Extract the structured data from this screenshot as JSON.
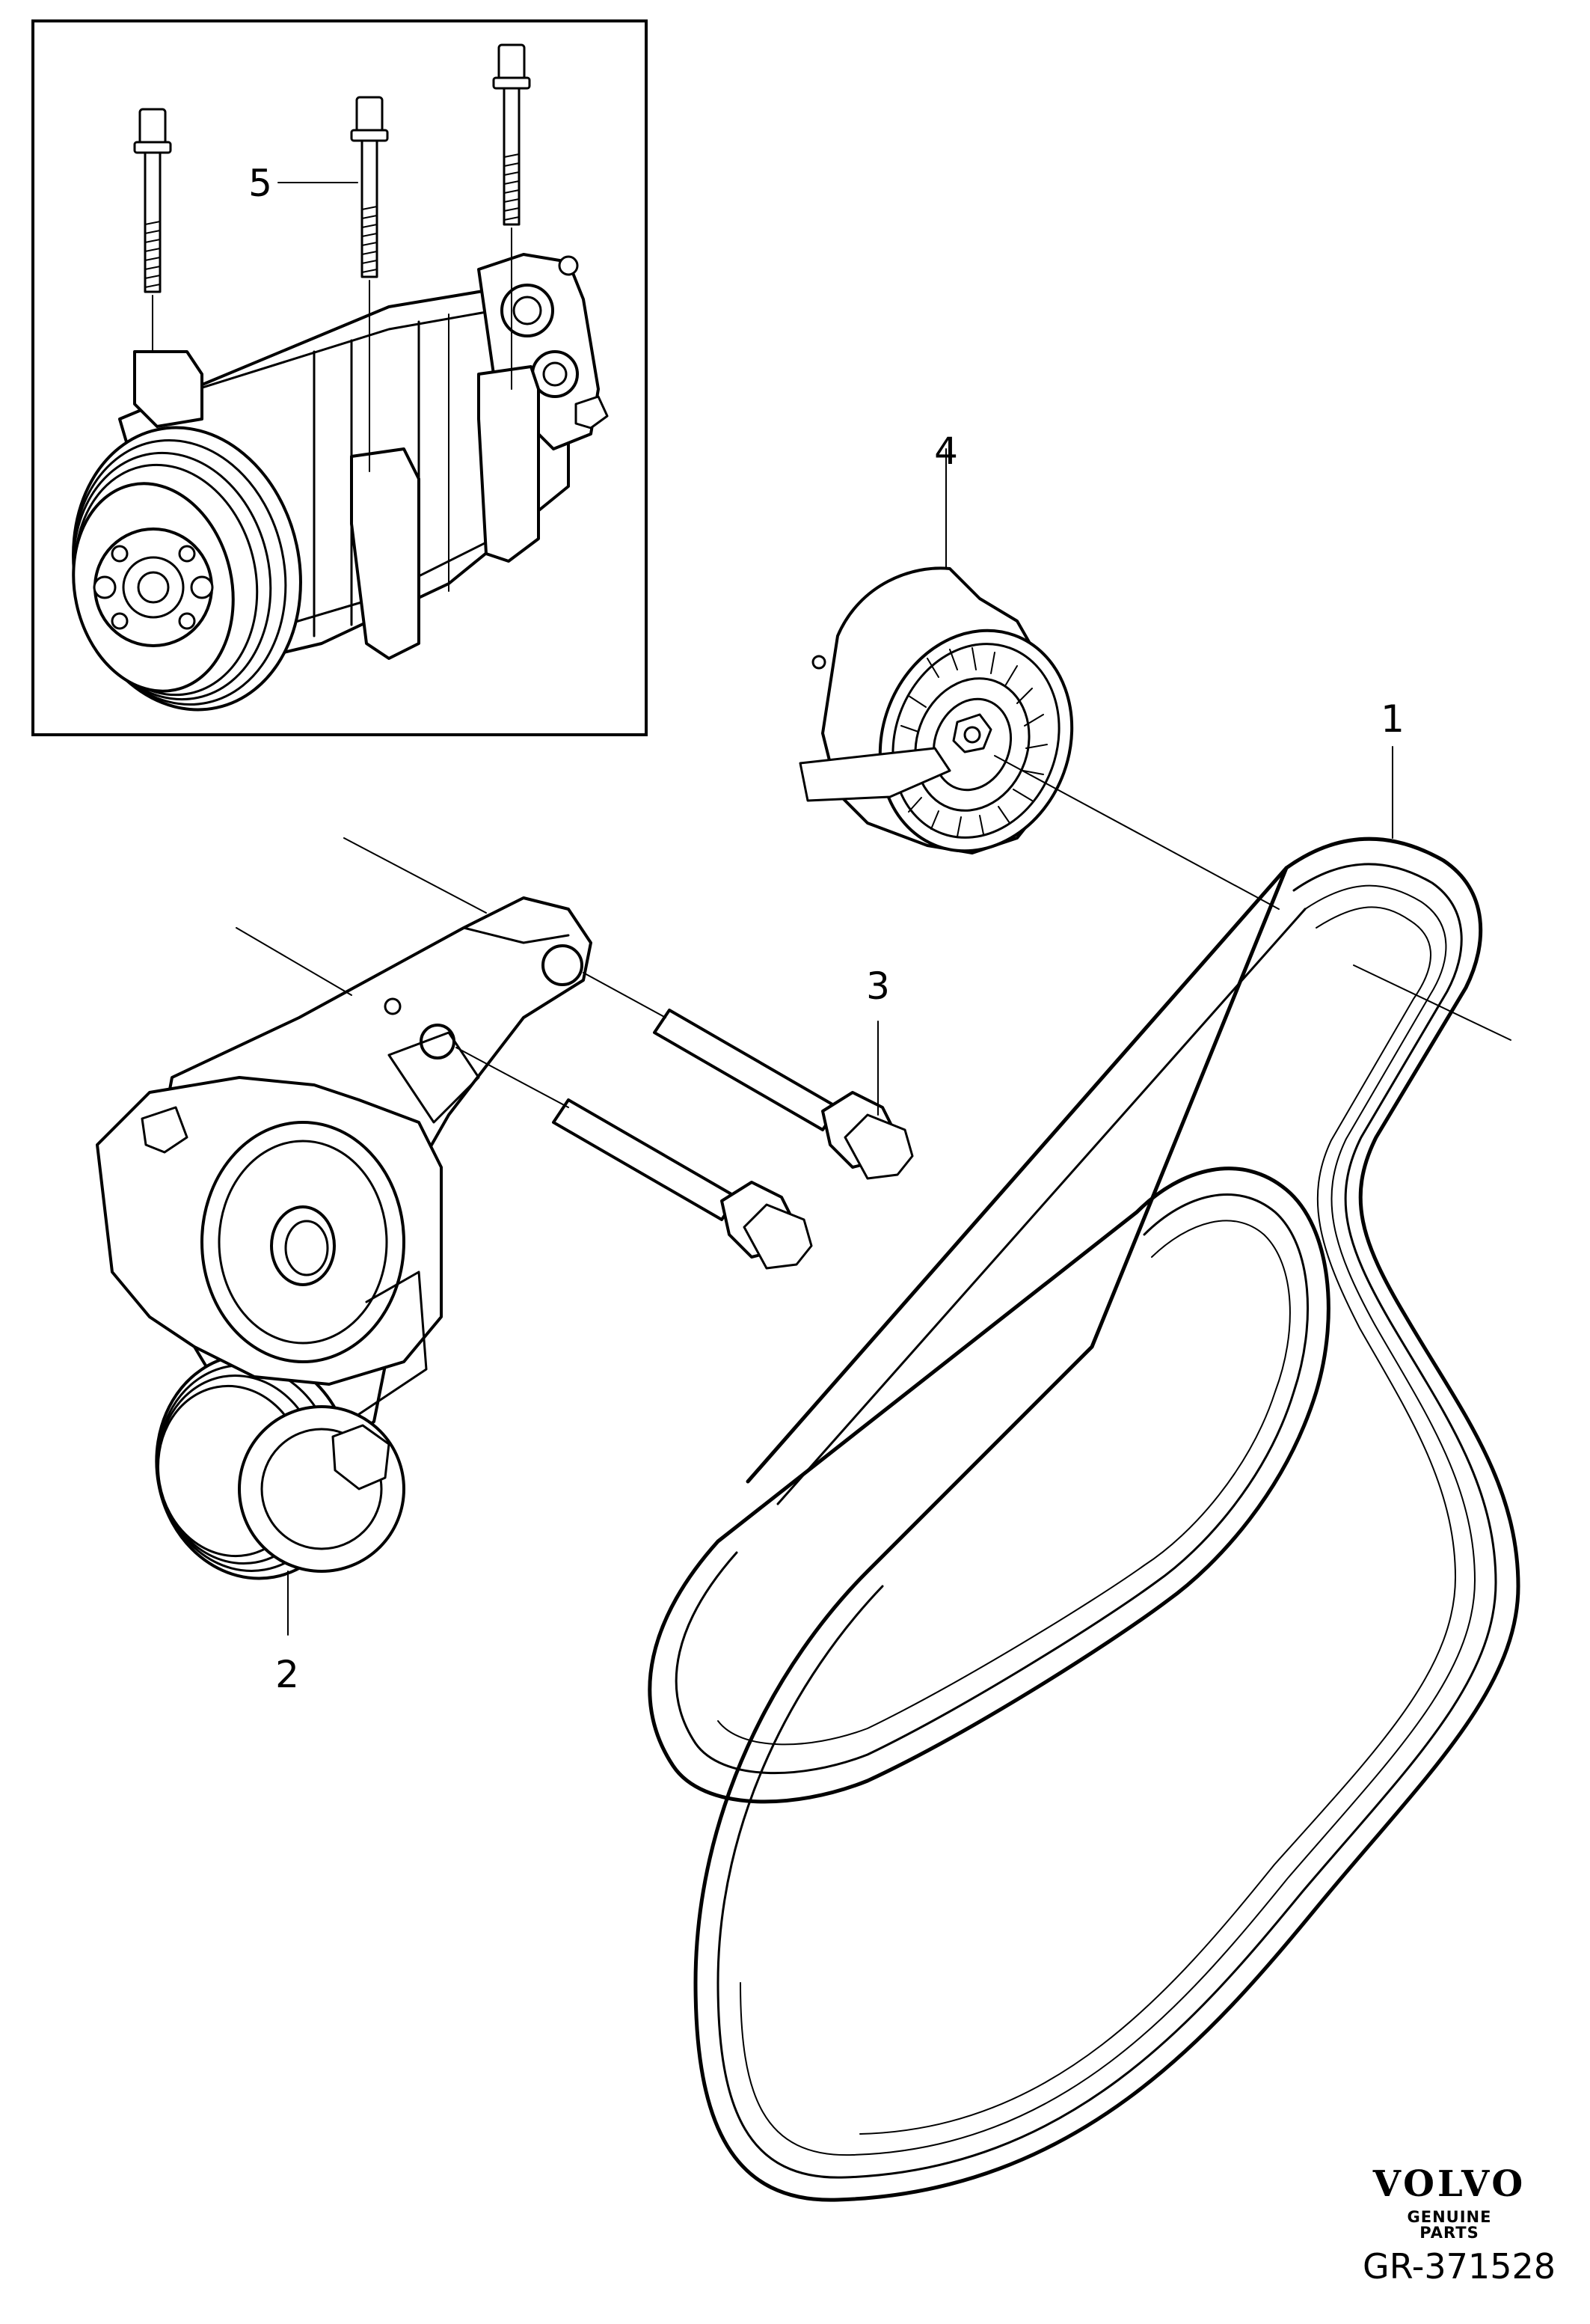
{
  "callouts": {
    "c1": "1",
    "c2": "2",
    "c3": "3",
    "c4": "4",
    "c5": "5"
  },
  "brand": {
    "logo": "VOLVO",
    "subtitle": "GENUINE PARTS"
  },
  "reference": "GR-371528"
}
